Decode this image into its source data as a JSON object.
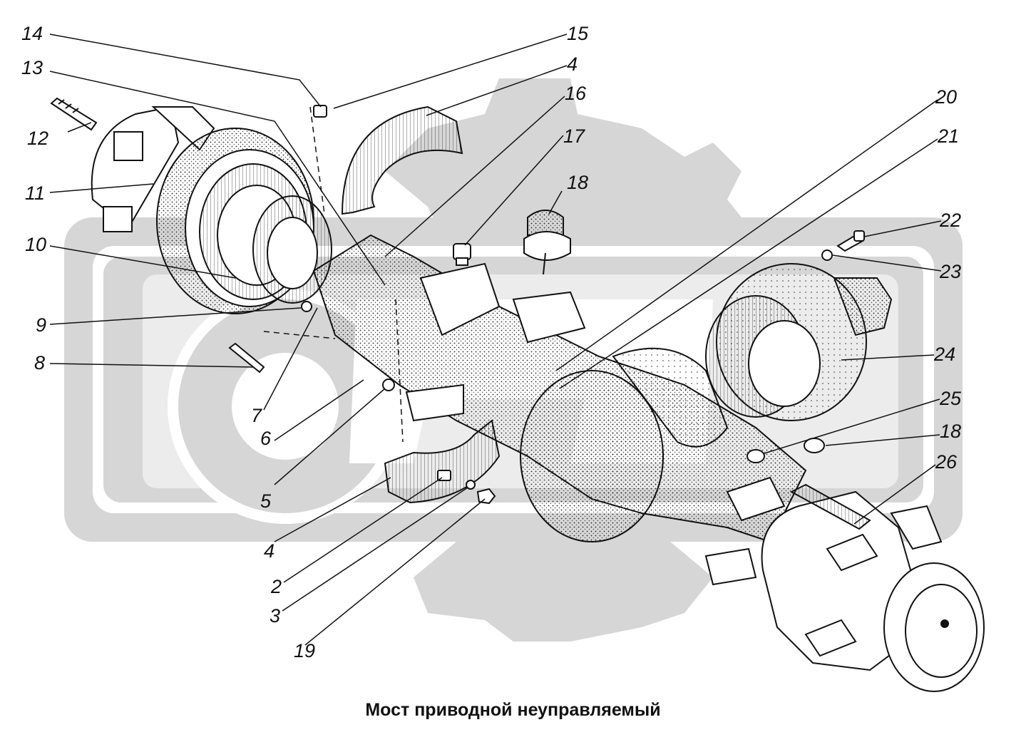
{
  "caption": "Мост приводной неуправляемый",
  "colors": {
    "watermark": "#d6d6d6",
    "ink": "#111111",
    "background": "#ffffff"
  },
  "callouts": [
    {
      "id": "c14-top",
      "text": "14"
    },
    {
      "id": "c15",
      "text": "15"
    },
    {
      "id": "c13",
      "text": "13"
    },
    {
      "id": "c4-top",
      "text": "4"
    },
    {
      "id": "c16",
      "text": "16"
    },
    {
      "id": "c12",
      "text": "12"
    },
    {
      "id": "c17",
      "text": "17"
    },
    {
      "id": "c20",
      "text": "20"
    },
    {
      "id": "c21",
      "text": "21"
    },
    {
      "id": "c18-top",
      "text": "18"
    },
    {
      "id": "c11",
      "text": "11"
    },
    {
      "id": "c22",
      "text": "22"
    },
    {
      "id": "c10",
      "text": "10"
    },
    {
      "id": "c23",
      "text": "23"
    },
    {
      "id": "c9",
      "text": "9"
    },
    {
      "id": "c24",
      "text": "24"
    },
    {
      "id": "c8",
      "text": "8"
    },
    {
      "id": "c25",
      "text": "25"
    },
    {
      "id": "c7",
      "text": "7"
    },
    {
      "id": "c18-bottom",
      "text": "18"
    },
    {
      "id": "c6",
      "text": "6"
    },
    {
      "id": "c26",
      "text": "26"
    },
    {
      "id": "c5",
      "text": "5"
    },
    {
      "id": "c4-bottom",
      "text": "4"
    },
    {
      "id": "c2",
      "text": "2"
    },
    {
      "id": "c3",
      "text": "3"
    },
    {
      "id": "c19",
      "text": "19"
    }
  ]
}
